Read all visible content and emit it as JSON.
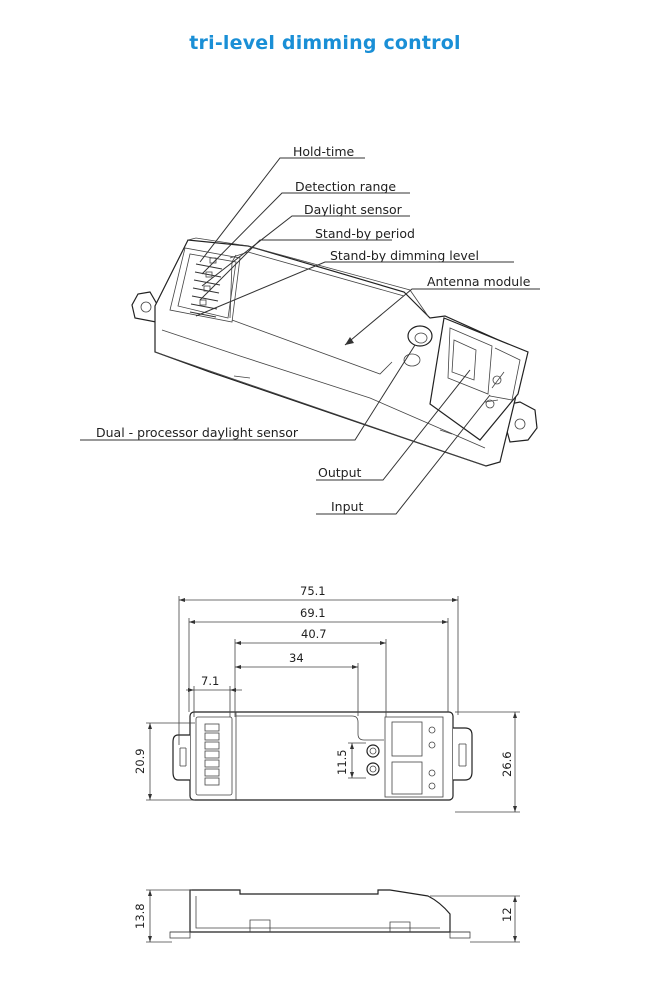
{
  "title": "tri-level dimming control",
  "colors": {
    "title": "#1a8fd6",
    "lines": "#333333"
  },
  "callouts": {
    "hold_time": "Hold-time",
    "detection_range": "Detection range",
    "daylight_sensor": "Daylight sensor",
    "standby_period": "Stand-by period",
    "standby_dimming": "Stand-by dimming level",
    "antenna_module": "Antenna module",
    "dual_processor": "Dual - processor daylight sensor",
    "output": "Output",
    "input": "Input"
  },
  "dimensions": {
    "overall_length": "75.1",
    "mount_length": "69.1",
    "sensor_to_terminal": "40.7",
    "to_pot": "34",
    "switch_width": "7.1",
    "height_body": "20.9",
    "pot_spacing": "11.5",
    "height_tabs": "26.6",
    "side_height": "13.8",
    "side_height_right": "12"
  }
}
